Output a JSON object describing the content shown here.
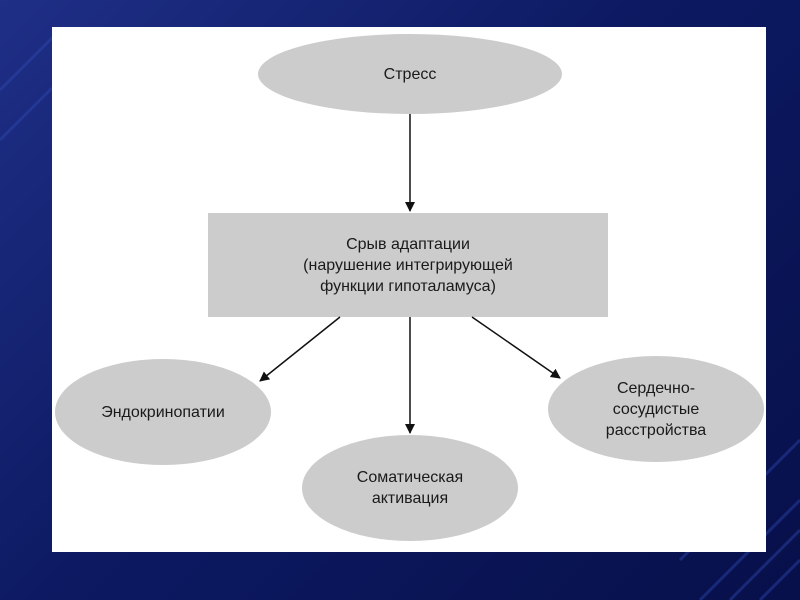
{
  "slide": {
    "nodes": {
      "stress": "Стресс",
      "adaptation_failure": "Срыв адаптации\n(нарушение интегрирующей\nфункции гипоталамуса)",
      "endocrinopathies": "Эндокринопатии",
      "somatic_activation": "Соматическая\nактивация",
      "cardiovascular_disorders": "Сердечно-\nсосудистые\nрасстройства"
    }
  },
  "colors": {
    "background": "#0d1a63",
    "slide": "#ffffff",
    "node_fill": "#cccccc",
    "arrow": "#111111"
  }
}
